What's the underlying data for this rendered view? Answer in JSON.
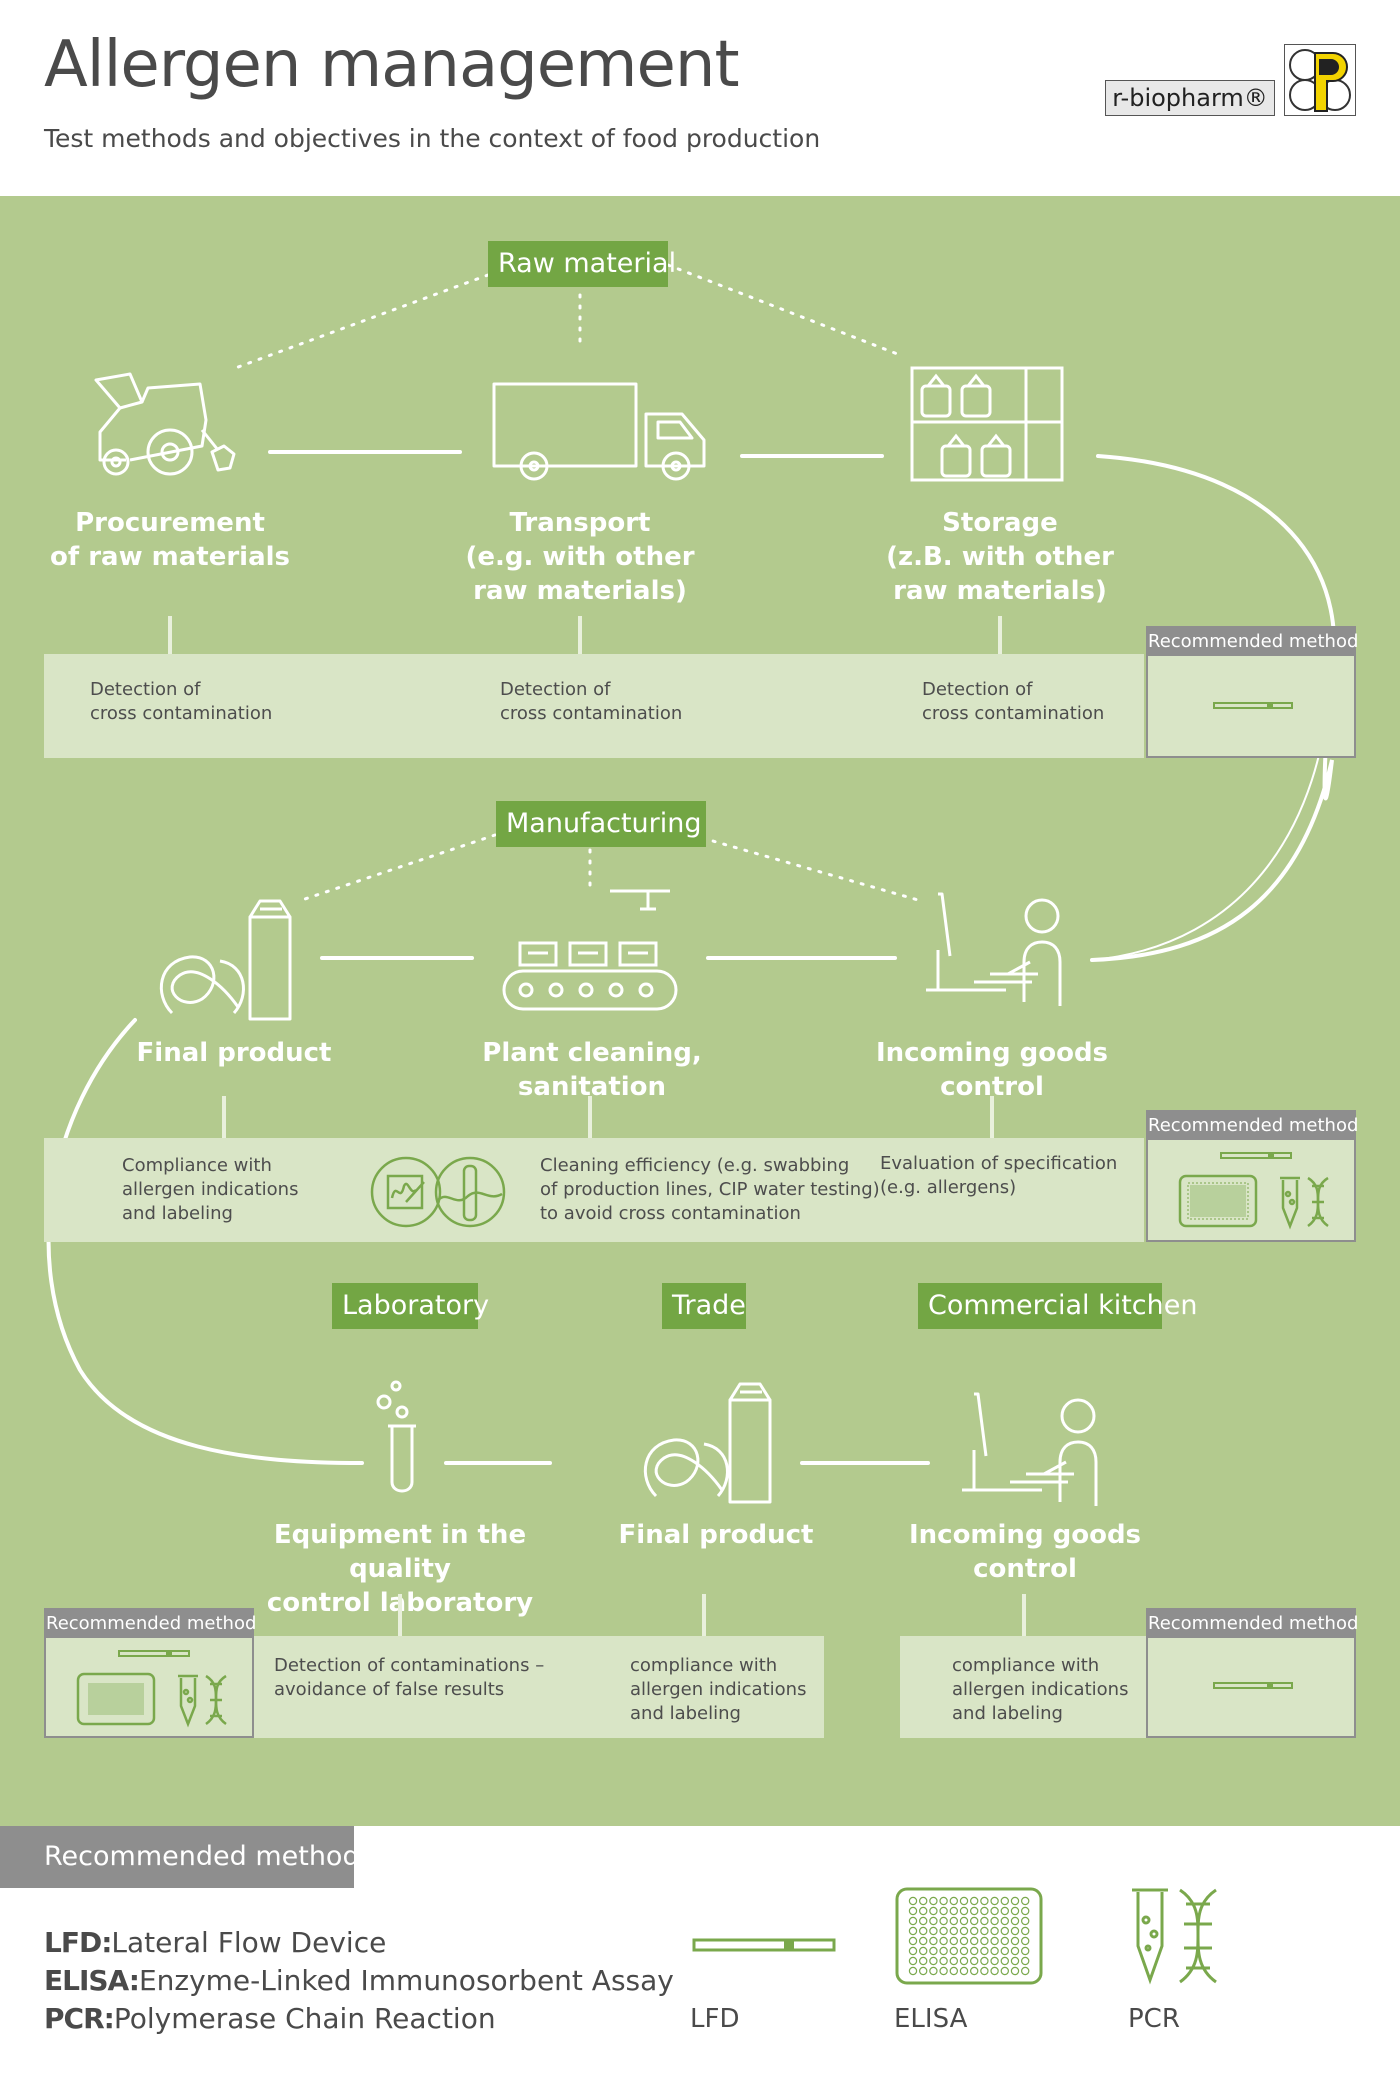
{
  "header": {
    "title": "Allergen management",
    "subtitle": "Test methods and objectives in the context of food production",
    "logo_text": "r-biopharm®"
  },
  "colors": {
    "background": "#b3ca8e",
    "band": "#d9e5c6",
    "tag_green": "#73a644",
    "grey_header": "#8e8e8e",
    "icon_green": "#7aa84c"
  },
  "sections": {
    "raw_material": {
      "tag": "Raw material",
      "stages": [
        {
          "title": "Procurement\nof raw materials",
          "icon": "tractor-icon",
          "description": "Detection of\ncross contamination"
        },
        {
          "title": "Transport\n(e.g. with other\nraw materials)",
          "icon": "truck-icon",
          "description": "Detection of\ncross contamination"
        },
        {
          "title": "Storage\n(z.B. with other\nraw materials)",
          "icon": "storage-shelf-icon",
          "description": "Detection of\ncross contamination"
        }
      ],
      "recommended_label": "Recommended method",
      "recommended": [
        "lfd-strip-icon"
      ]
    },
    "manufacturing": {
      "tag": "Manufacturing",
      "stages": [
        {
          "title": "Final product",
          "icon": "pretzel-carton-icon",
          "description": "Compliance with\nallergen indications\nand labeling"
        },
        {
          "title": "Plant cleaning, sanitation",
          "icon": "conveyor-icon",
          "description": "Cleaning efficiency (e.g. swabbing\nof production lines, CIP water testing)\nto avoid cross contamination"
        },
        {
          "title": "Incoming goods control",
          "icon": "desk-worker-icon",
          "description": "Evaluation of specification\n(e.g. allergens)"
        }
      ],
      "recommended_label": "Recommended method",
      "recommended": [
        "lfd-strip-icon",
        "elisa-plate-icon",
        "pcr-icon"
      ]
    },
    "downstream": {
      "tags": [
        "Laboratory",
        "Trade",
        "Commercial kitchen"
      ],
      "stages": [
        {
          "title": "Equipment in the quality\ncontrol laboratory",
          "icon": "test-tube-icon",
          "description": "Detection of contaminations –\navoidance of false results"
        },
        {
          "title": "Final product",
          "icon": "pretzel-carton-icon",
          "description": "compliance with\nallergen indications\nand labeling"
        },
        {
          "title": "Incoming goods control",
          "icon": "desk-worker-icon",
          "description": "compliance with\nallergen indications\nand labeling"
        }
      ],
      "recommended_left_label": "Recommended method",
      "recommended_left": [
        "lfd-strip-icon",
        "elisa-plate-icon",
        "pcr-icon"
      ],
      "recommended_right_label": "Recommended method",
      "recommended_right": [
        "lfd-strip-icon"
      ]
    }
  },
  "footer": {
    "tag": "Recommended methods",
    "legend": [
      {
        "abbr": "LFD:",
        "full": "Lateral Flow Device"
      },
      {
        "abbr": "ELISA:",
        "full": "Enzyme-Linked Immunosorbent Assay"
      },
      {
        "abbr": "PCR:",
        "full": "Polymerase Chain Reaction"
      }
    ],
    "method_labels": [
      "LFD",
      "ELISA",
      "PCR"
    ]
  }
}
